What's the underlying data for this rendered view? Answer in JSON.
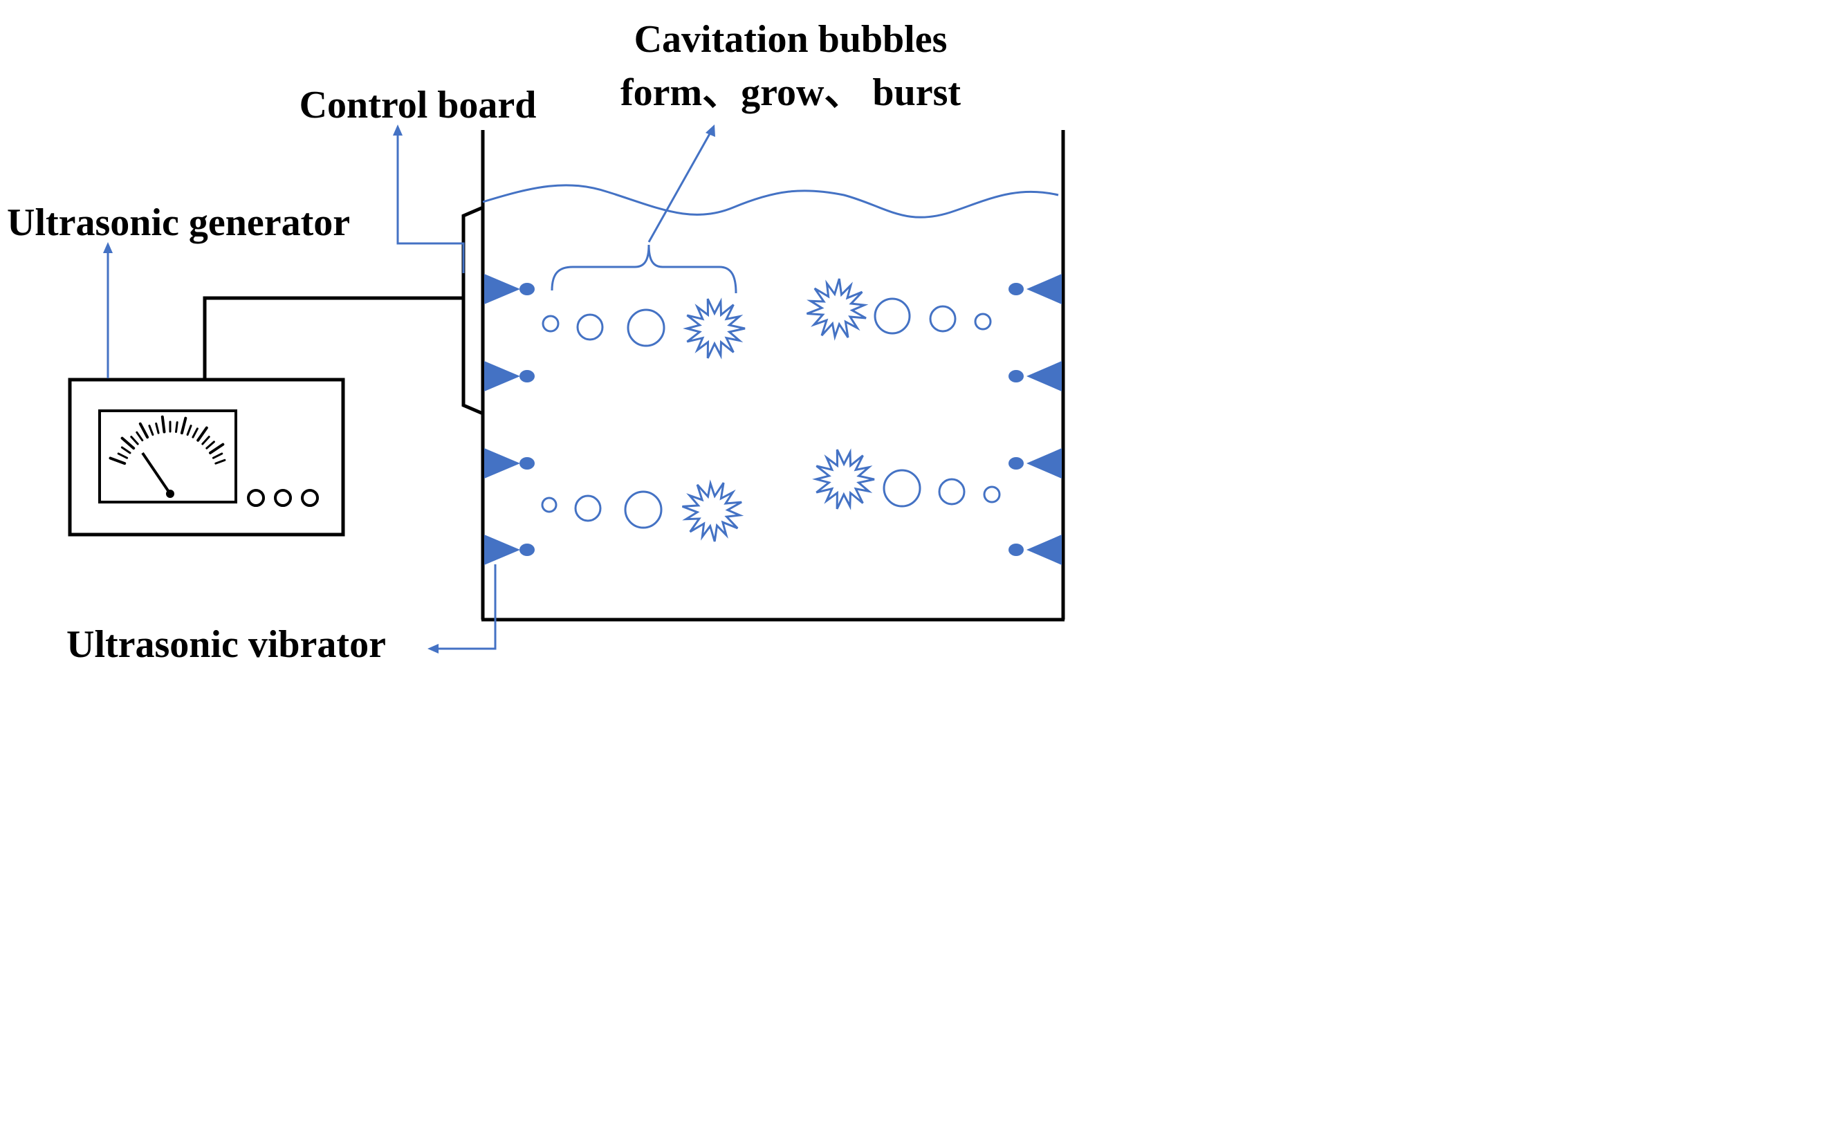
{
  "labels": {
    "cavitation_line1": "Cavitation bubbles",
    "cavitation_line2": "form、grow、 burst",
    "control_board": "Control board",
    "ultrasonic_generator": "Ultrasonic generator",
    "ultrasonic_vibrator": "Ultrasonic vibrator"
  },
  "colors": {
    "accent": "#4472c4",
    "outline": "#000000",
    "background": "#ffffff"
  },
  "icons": {
    "meter": "analog-meter-icon",
    "vibrator": "vibrator-icon",
    "bubble": "bubble-icon",
    "burst": "burst-icon"
  }
}
